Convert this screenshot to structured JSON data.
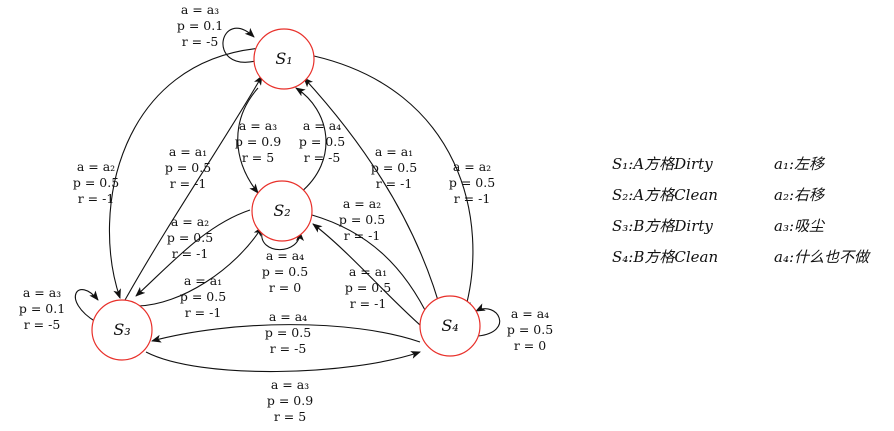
{
  "states": [
    {
      "id": "S1",
      "label": "S₁"
    },
    {
      "id": "S2",
      "label": "S₂"
    },
    {
      "id": "S3",
      "label": "S₃"
    },
    {
      "id": "S4",
      "label": "S₄"
    }
  ],
  "transitions": [
    {
      "id": "s1-self",
      "from": "S1",
      "to": "S1",
      "a": "a₃",
      "p": "0.1",
      "r": "-5"
    },
    {
      "id": "s1-s3",
      "from": "S1",
      "to": "S3",
      "a": "a₂",
      "p": "0.5",
      "r": "-1"
    },
    {
      "id": "s3-s1",
      "from": "S3",
      "to": "S1",
      "a": "a₁",
      "p": "0.5",
      "r": "-1"
    },
    {
      "id": "s1-s2",
      "from": "S1",
      "to": "S2",
      "a": "a₃",
      "p": "0.9",
      "r": "5"
    },
    {
      "id": "s2-s1",
      "from": "S2",
      "to": "S1",
      "a": "a₄",
      "p": "0.5",
      "r": "-5"
    },
    {
      "id": "s4-s1",
      "from": "S4",
      "to": "S1",
      "a": "a₁",
      "p": "0.5",
      "r": "-1"
    },
    {
      "id": "s1-s4",
      "from": "S1",
      "to": "S4",
      "a": "a₂",
      "p": "0.5",
      "r": "-1"
    },
    {
      "id": "s2-s3",
      "from": "S2",
      "to": "S3",
      "a": "a₂",
      "p": "0.5",
      "r": "-1"
    },
    {
      "id": "s3-s2",
      "from": "S3",
      "to": "S2",
      "a": "a₁",
      "p": "0.5",
      "r": "-1"
    },
    {
      "id": "s2-self",
      "from": "S2",
      "to": "S2",
      "a": "a₄",
      "p": "0.5",
      "r": "0"
    },
    {
      "id": "s2-s4",
      "from": "S2",
      "to": "S4",
      "a": "a₂",
      "p": "0.5",
      "r": "-1"
    },
    {
      "id": "s4-s2",
      "from": "S4",
      "to": "S2",
      "a": "a₁",
      "p": "0.5",
      "r": "-1"
    },
    {
      "id": "s3-self",
      "from": "S3",
      "to": "S3",
      "a": "a₃",
      "p": "0.1",
      "r": "-5"
    },
    {
      "id": "s4-s3",
      "from": "S4",
      "to": "S3",
      "a": "a₄",
      "p": "0.5",
      "r": "-5"
    },
    {
      "id": "s3-s4",
      "from": "S3",
      "to": "S4",
      "a": "a₃",
      "p": "0.9",
      "r": "5"
    },
    {
      "id": "s4-self",
      "from": "S4",
      "to": "S4",
      "a": "a₄",
      "p": "0.5",
      "r": "0"
    }
  ],
  "legend": {
    "states": [
      "S₁:A方格Dirty",
      "S₂:A方格Clean",
      "S₃:B方格Dirty",
      "S₄:B方格Clean"
    ],
    "actions": [
      "a₁:左移",
      "a₂:右移",
      "a₃:吸尘",
      "a₄:什么也不做"
    ]
  },
  "colors": {
    "state_stroke": "#e8302a",
    "edge": "#111111"
  }
}
